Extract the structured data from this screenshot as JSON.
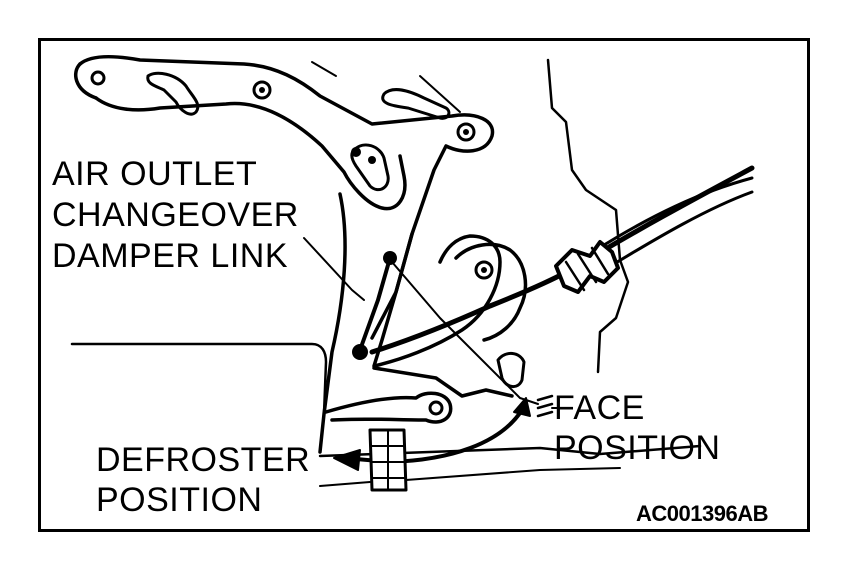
{
  "labels": {
    "damper_link": {
      "line1": "AIR OUTLET",
      "line2": "CHANGEOVER",
      "line3": "DAMPER LINK"
    },
    "face_position": {
      "line1": "FACE",
      "line2": "POSITION"
    },
    "defroster_position": {
      "line1": "DEFROSTER",
      "line2": "POSITION"
    },
    "figure_code": "AC001396AB"
  }
}
